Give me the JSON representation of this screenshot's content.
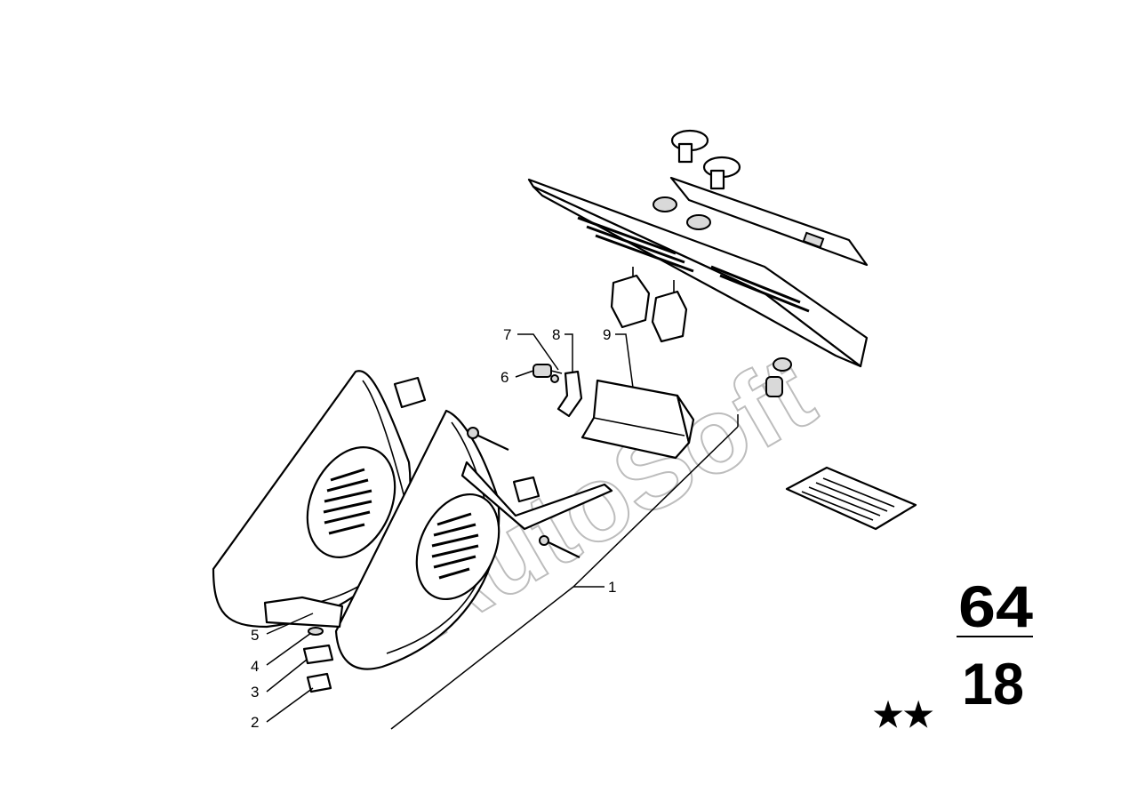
{
  "callouts": [
    {
      "id": "1",
      "label": "1"
    },
    {
      "id": "2",
      "label": "2"
    },
    {
      "id": "3",
      "label": "3"
    },
    {
      "id": "4",
      "label": "4"
    },
    {
      "id": "5",
      "label": "5"
    },
    {
      "id": "6",
      "label": "6"
    },
    {
      "id": "7",
      "label": "7"
    },
    {
      "id": "8",
      "label": "8"
    },
    {
      "id": "9",
      "label": "9"
    }
  ],
  "group": {
    "main": "64",
    "sub": "18",
    "stars": "★★"
  },
  "watermark": "AutoSoft"
}
